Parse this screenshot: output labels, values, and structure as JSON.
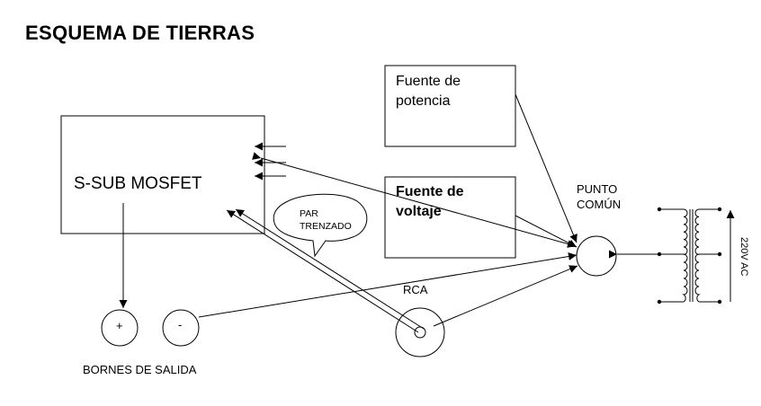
{
  "title": "ESQUEMA DE TIERRAS",
  "blocks": {
    "mosfet": "S-SUB MOSFET",
    "power_supply_line1": "Fuente de",
    "power_supply_line2": "potencia",
    "voltage_supply_line1": "Fuente de",
    "voltage_supply_line2": "voltaje"
  },
  "common_point_line1": "PUNTO",
  "common_point_line2": "COMÚN",
  "twisted_pair_line1": "PAR",
  "twisted_pair_line2": "TRENZADO",
  "rca": "RCA",
  "output_terminals": {
    "label": "BORNES DE SALIDA",
    "plus": "+",
    "minus": "-"
  },
  "mains_voltage": "220V AC"
}
